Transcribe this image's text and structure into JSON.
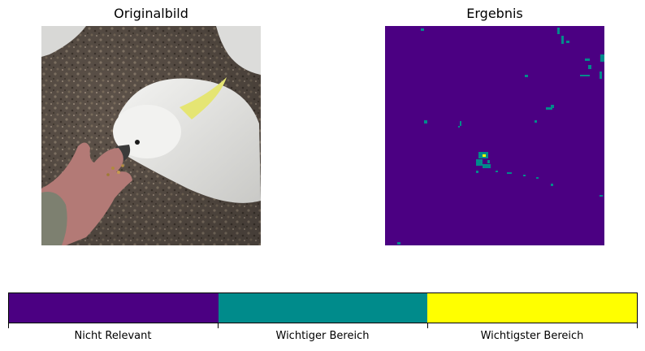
{
  "panels": {
    "left_title": "Originalbild",
    "right_title": "Ergebnis"
  },
  "colorbar": {
    "labels": [
      "Nicht Relevant",
      "Wichtiger Bereich",
      "Wichtigster Bereich"
    ],
    "colors": [
      "#4b0082",
      "#008b8b",
      "#ffff00"
    ]
  }
}
